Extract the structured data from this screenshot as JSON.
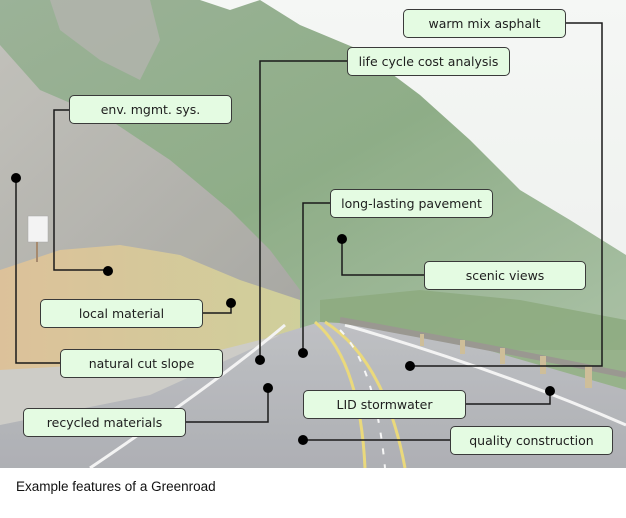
{
  "figure": {
    "caption": "Example features of a Greenroad",
    "scene": "mountain road photo with guardrail and yellow centerlines"
  },
  "colors": {
    "box_fill": "#e4fbe2",
    "box_border": "#3a3a3a",
    "leader_line": "#1a1a1a",
    "marker": "#000000"
  },
  "labels": [
    {
      "id": "warm-mix-asphalt",
      "text": "warm mix asphalt"
    },
    {
      "id": "life-cycle-cost-analysis",
      "text": "life cycle cost analysis"
    },
    {
      "id": "env-mgmt-sys",
      "text": "env. mgmt. sys."
    },
    {
      "id": "long-lasting-pavement",
      "text": "long-lasting pavement"
    },
    {
      "id": "scenic-views",
      "text": "scenic views"
    },
    {
      "id": "local-material",
      "text": "local material"
    },
    {
      "id": "natural-cut-slope",
      "text": "natural cut slope"
    },
    {
      "id": "recycled-materials",
      "text": "recycled materials"
    },
    {
      "id": "lid-stormwater",
      "text": "LID stormwater"
    },
    {
      "id": "quality-construction",
      "text": "quality construction"
    }
  ]
}
